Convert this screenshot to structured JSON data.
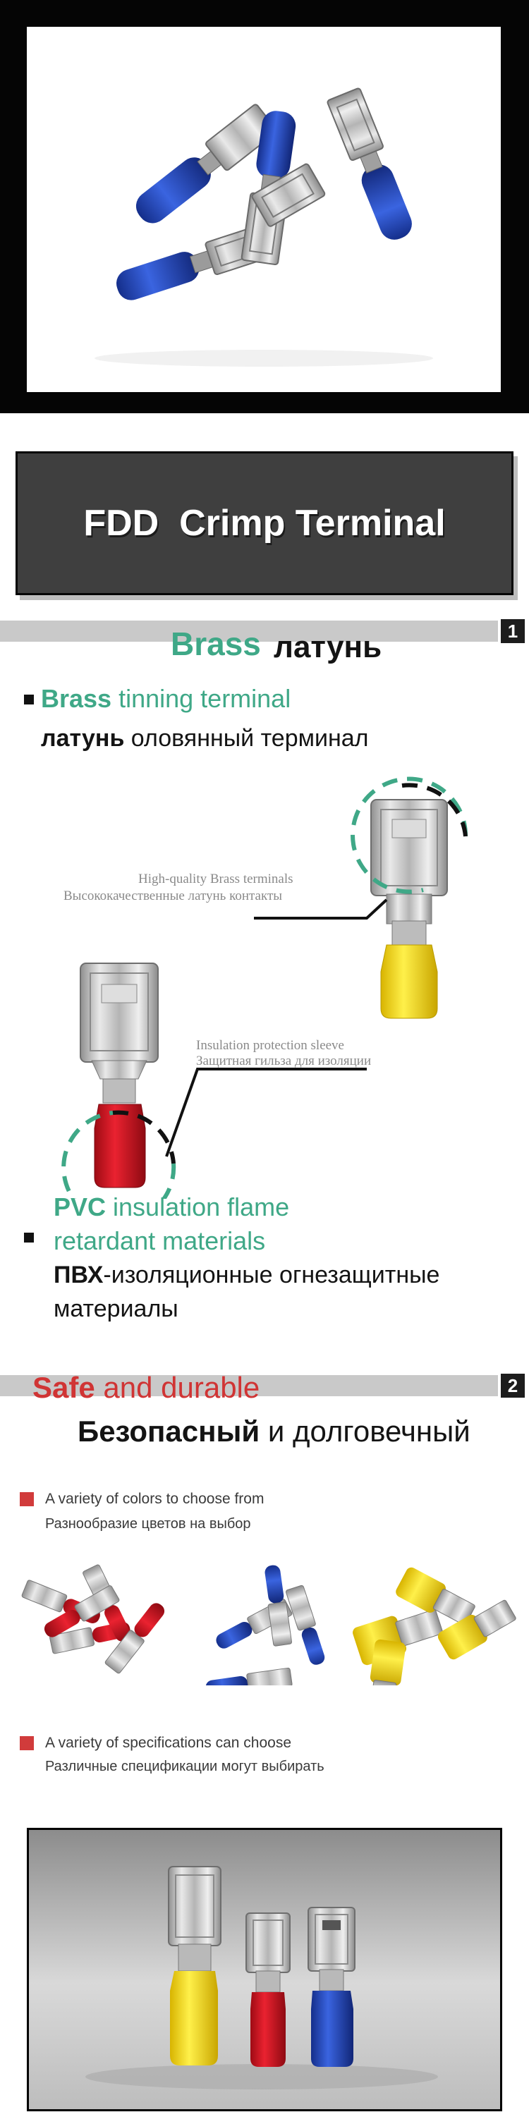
{
  "banner": {
    "title": "FDD  Crimp Terminal"
  },
  "section1": {
    "number": "1",
    "title_en": "Brass",
    "title_ru": "латунь",
    "feature1": {
      "en_highlight": "Brass",
      "en_rest": " tinning terminal",
      "ru_highlight": "латунь",
      "ru_rest": " оловянный терминал"
    },
    "callout1": {
      "en": "High-quality Brass terminals",
      "ru": "Высококачественные латунь контакты"
    },
    "callout2": {
      "en": "Insulation protection sleeve",
      "ru": "Защитная гильза для изоляции"
    },
    "feature2": {
      "en_highlight": "PVC",
      "en_rest": " insulation flame retardant materials",
      "ru_highlight": "ПВХ",
      "ru_rest": "-изоляционные огнезащитные материалы"
    }
  },
  "section2": {
    "number": "2",
    "title_en_highlight": "Safe",
    "title_en_rest": " and durable",
    "title_ru_highlight": "Безопасный",
    "title_ru_rest": " и долговечный",
    "point1": {
      "en": "A variety of colors to choose from",
      "ru": "Разнообразие цветов на выбор"
    },
    "point2": {
      "en": "A variety of specifications can choose",
      "ru": "Различные спецификации могут выбирать"
    }
  },
  "colors": {
    "teal": "#3fa887",
    "red_text": "#d03434",
    "blue": "#1f44b8",
    "red": "#c8121d",
    "yellow": "#f5d90a",
    "metal": "#c9c9c9"
  }
}
